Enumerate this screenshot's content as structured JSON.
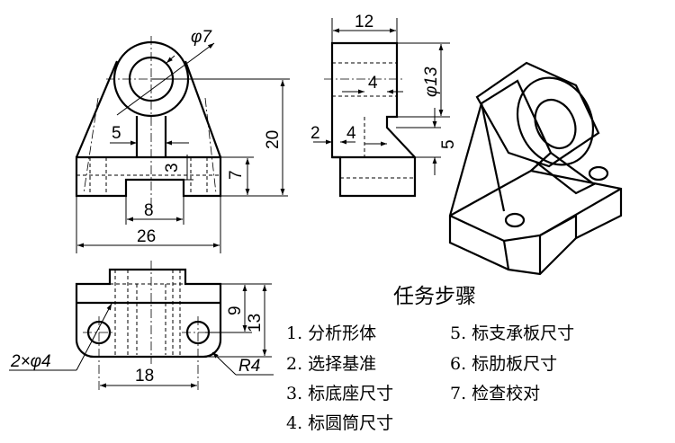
{
  "dimensions": {
    "phi7": "φ7",
    "d5_front": "5",
    "d3": "3",
    "d7": "7",
    "d20": "20",
    "d8": "8",
    "d26": "26",
    "d12": "12",
    "d4_side_top": "4",
    "phi13": "φ13",
    "d2": "2",
    "d4_side_bottom": "4",
    "d5_side": "5",
    "d9": "9",
    "d13": "13",
    "holes": "2×φ4",
    "d18": "18",
    "r4": "R4"
  },
  "tasks": {
    "title": "任务步骤",
    "items": [
      "1. 分析形体",
      "2. 选择基准",
      "3. 标底座尺寸",
      "4. 标圆筒尺寸",
      "5. 标支承板尺寸",
      "6. 标肋板尺寸",
      "7. 检查校对"
    ]
  }
}
